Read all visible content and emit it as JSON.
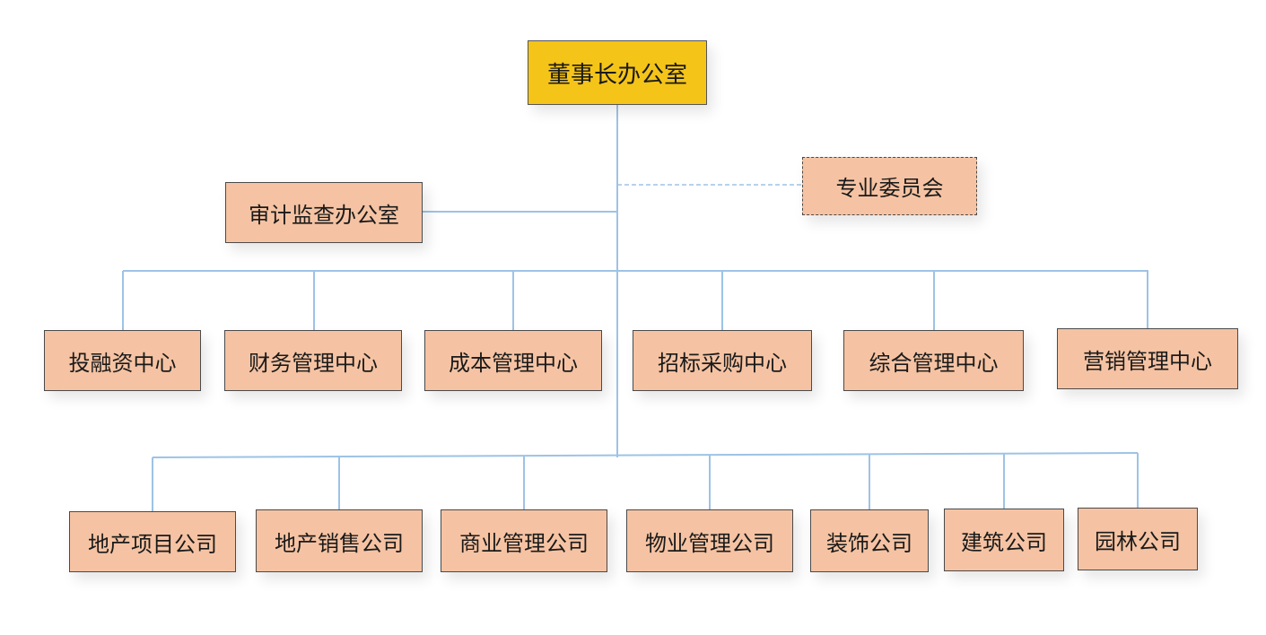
{
  "colors": {
    "chair_fill": "#f5c418",
    "dept_fill": "#f5c3a3",
    "connector": "#9dc3e6",
    "border": "#4a4a4a"
  },
  "chair": {
    "label": "董事长办公室"
  },
  "audit": {
    "label": "审计监查办公室"
  },
  "committee": {
    "label": "专业委员会"
  },
  "centers": [
    {
      "label": "投融资中心"
    },
    {
      "label": "财务管理中心"
    },
    {
      "label": "成本管理中心"
    },
    {
      "label": "招标采购中心"
    },
    {
      "label": "综合管理中心"
    },
    {
      "label": "营销管理中心"
    }
  ],
  "subsidiaries": [
    {
      "label": "地产项目公司"
    },
    {
      "label": "地产销售公司"
    },
    {
      "label": "商业管理公司"
    },
    {
      "label": "物业管理公司"
    },
    {
      "label": "装饰公司"
    },
    {
      "label": "建筑公司"
    },
    {
      "label": "园林公司"
    }
  ]
}
